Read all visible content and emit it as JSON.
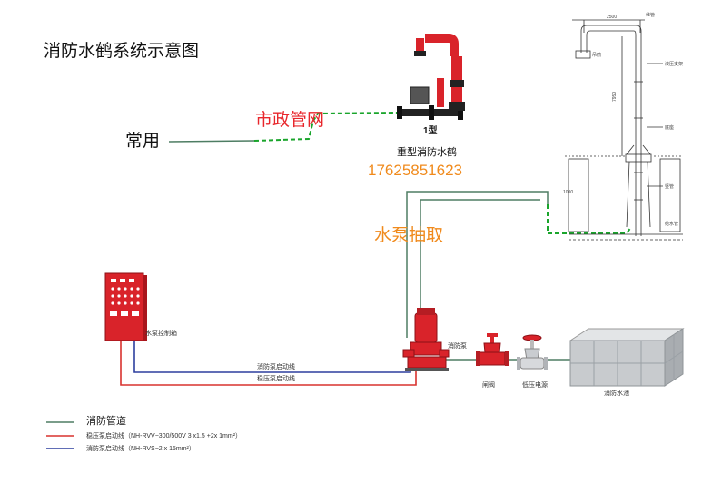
{
  "title": "消防水鹤系统示意图",
  "labels": {
    "changyong": "常用",
    "shizheng": "市政管网",
    "crane_type": "1型",
    "crane_name": "重型消防水鹤",
    "phone": "17625851623",
    "pump_draw": "水泵抽取",
    "control_box": "水泵控制箱",
    "fire_pump": "消防泵",
    "gate_valve": "闸阀",
    "low_pressure_alarm": "低压电源",
    "fire_pool": "消防水池",
    "fire_pump_start_line": "消防泵启动线",
    "stab_pump_start_line": "稳压泵启动线",
    "drawing_annotations": [
      "2500",
      "维管",
      "吊鹤",
      "液压支架",
      "7950",
      "底座",
      "竖管",
      "1000",
      "给水管"
    ]
  },
  "legend": [
    {
      "label": "消防管道",
      "color": "#4e7d63"
    },
    {
      "label": "稳压泵启动线（NH-RVV−300/500V 3 x1.5 +2x 1mm²）",
      "color": "#d9322e"
    },
    {
      "label": "消防泵启动线（NH-RVS−2 x 15mm²）",
      "color": "#2d3f9e"
    }
  ],
  "colors": {
    "pipe_green": "#4e7d63",
    "red_line": "#d9322e",
    "blue_line": "#2d3f9e",
    "dashed_green": "#1aa52c",
    "municipal_red": "#e8262b",
    "orange": "#f08a1c",
    "equipment_red": "#d9232a"
  }
}
